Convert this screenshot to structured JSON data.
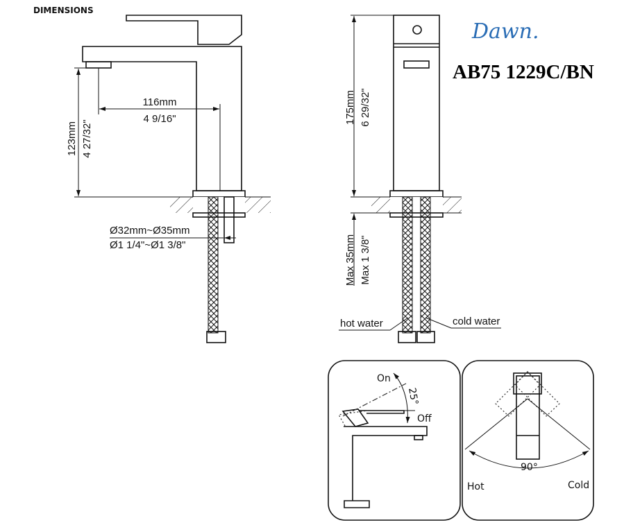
{
  "header": {
    "title": "DIMENSIONS"
  },
  "brand": {
    "logo_text": "Dawn.",
    "model": "AB75 1229C/BN",
    "logo_color": "#2a6db5"
  },
  "side_view": {
    "reach_mm": "116mm",
    "reach_in": "4 9/16\"",
    "spout_height_mm": "123mm",
    "spout_height_in": "4 27/32\"",
    "hole_mm": "Ø32mm~Ø35mm",
    "hole_in": "Ø1 1/4\"~Ø1 3/8\""
  },
  "front_view": {
    "height_mm": "175mm",
    "height_in": "6 29/32\"",
    "max_mm": "Max 35mm",
    "max_in": "Max 1 3/8\"",
    "hot_label": "hot  water",
    "cold_label": "cold water"
  },
  "operation": {
    "on_label": "On",
    "off_label": "Off",
    "lever_angle": "25°",
    "rotation_angle": "90°",
    "hot_label": "Hot",
    "cold_label": "Cold"
  }
}
